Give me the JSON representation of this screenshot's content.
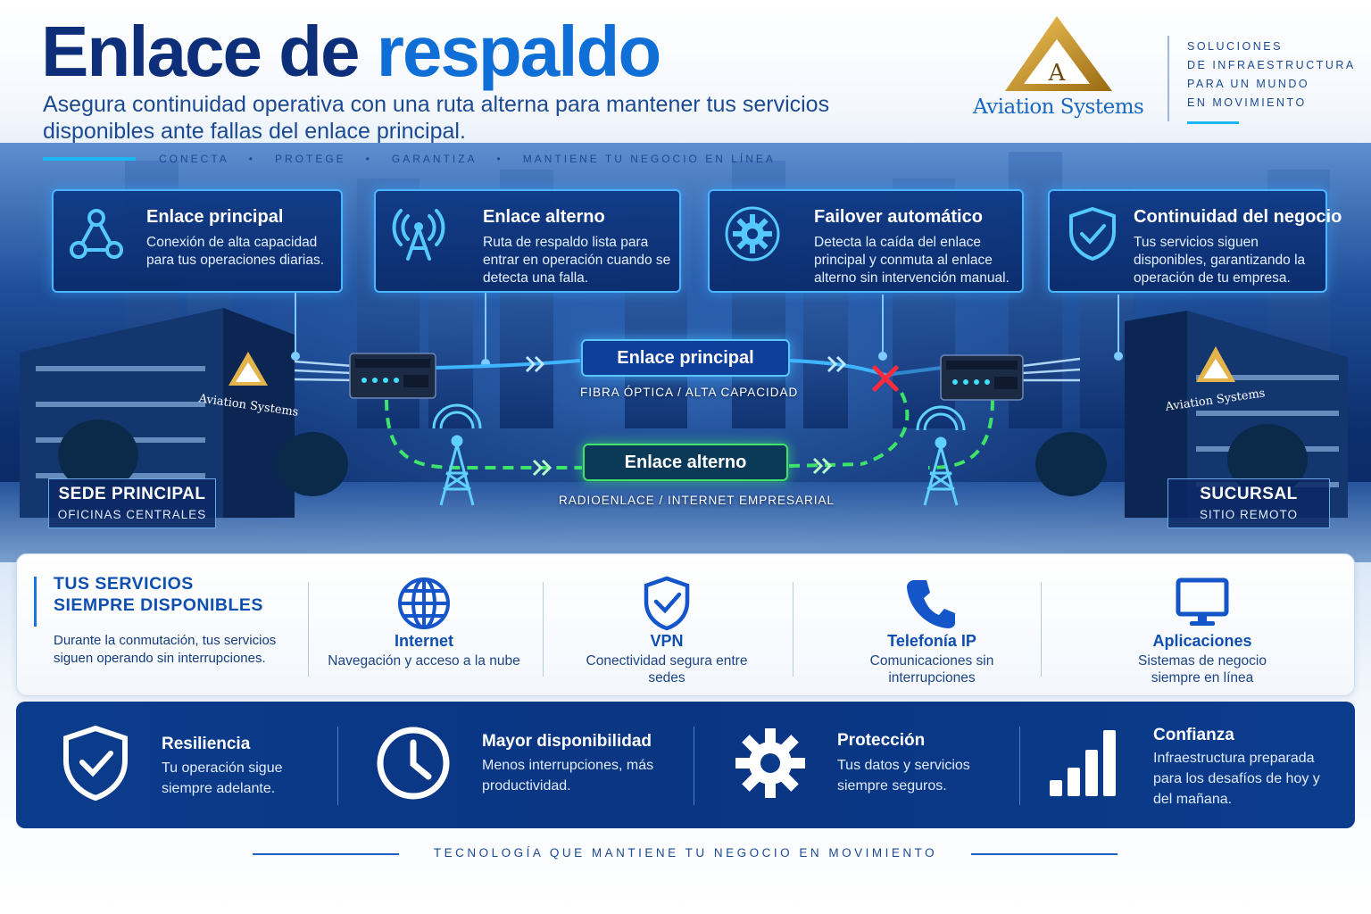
{
  "header": {
    "title_part1": "Enlace de",
    "title_part2": "respaldo",
    "subtitle": "Asegura continuidad operativa con una ruta alterna para mantener tus servicios disponibles ante fallas del enlace principal.",
    "tagline": [
      "CONECTA",
      "PROTEGE",
      "GARANTIZA",
      "MANTIENE TU NEGOCIO EN LÍNEA"
    ]
  },
  "brand": {
    "logo_letter": "A",
    "name": "Aviation Systems",
    "tagline": [
      "SOLUCIONES",
      "DE INFRAESTRUCTURA",
      "PARA UN MUNDO",
      "EN MOVIMIENTO"
    ]
  },
  "cards": [
    {
      "icon": "network-nodes-icon",
      "title": "Enlace principal",
      "desc": "Conexión de alta capacidad para tus operaciones diarias."
    },
    {
      "icon": "antenna-icon",
      "title": "Enlace alterno",
      "desc": "Ruta de respaldo lista para entrar en operación cuando se detecta una falla."
    },
    {
      "icon": "gear-icon",
      "title": "Failover automático",
      "desc": "Detecta la caída del enlace principal y conmuta al enlace alterno sin intervención manual."
    },
    {
      "icon": "shield-check-icon",
      "title": "Continuidad del negocio",
      "desc": "Tus servicios siguen disponibles, garantizando la operación de tu empresa."
    }
  ],
  "scene": {
    "main_link": "Enlace principal",
    "main_link_sub": "FIBRA ÓPTICA / ALTA CAPACIDAD",
    "alt_link": "Enlace alterno",
    "alt_link_sub": "RADIOENLACE / INTERNET EMPRESARIAL",
    "hq_title": "SEDE PRINCIPAL",
    "hq_sub": "OFICINAS CENTRALES",
    "branch_title": "SUCURSAL",
    "branch_sub": "SITIO REMOTO",
    "building_sign": "Aviation Systems",
    "colors": {
      "main": "#3fb4ff",
      "alt": "#3ee36a",
      "fail": "#ff2b3c"
    }
  },
  "services": {
    "heading_line1": "TUS SERVICIOS",
    "heading_line2": "SIEMPRE DISPONIBLES",
    "desc": "Durante la conmutación, tus servicios siguen operando sin interrupciones.",
    "items": [
      {
        "icon": "globe-icon",
        "name": "Internet",
        "desc": "Navegación y acceso a la nube"
      },
      {
        "icon": "vpn-shield-icon",
        "name": "VPN",
        "desc": "Conectividad segura entre sedes"
      },
      {
        "icon": "phone-icon",
        "name": "Telefonía IP",
        "desc": "Comunicaciones sin interrupciones"
      },
      {
        "icon": "monitor-icon",
        "name": "Aplicaciones",
        "desc": "Sistemas de negocio siempre en línea"
      }
    ]
  },
  "benefits": [
    {
      "icon": "shield-check-icon",
      "title": "Resiliencia",
      "desc": "Tu operación sigue siempre adelante."
    },
    {
      "icon": "clock-icon",
      "title": "Mayor disponibilidad",
      "desc": "Menos interrupciones, más productividad."
    },
    {
      "icon": "gear-icon",
      "title": "Protección",
      "desc": "Tus datos y servicios siempre seguros."
    },
    {
      "icon": "bar-chart-icon",
      "title": "Confianza",
      "desc": "Infraestructura preparada para los desafíos de hoy y del mañana."
    }
  ],
  "footer": "TECNOLOGÍA QUE MANTIENE TU NEGOCIO EN MOVIMIENTO"
}
